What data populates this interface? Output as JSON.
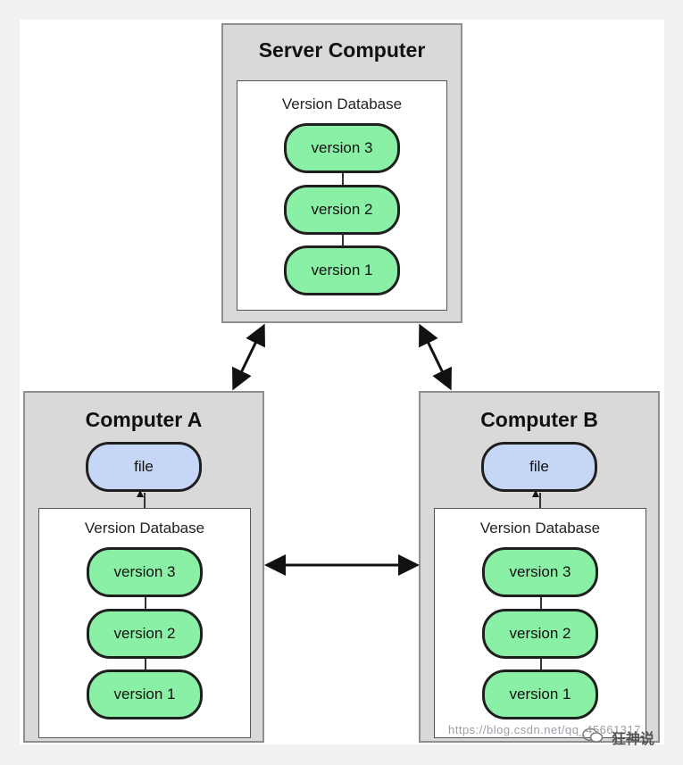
{
  "server": {
    "title": "Server Computer",
    "db_label": "Version Database",
    "versions": [
      "version 3",
      "version 2",
      "version 1"
    ]
  },
  "computer_a": {
    "title": "Computer A",
    "file_label": "file",
    "db_label": "Version Database",
    "versions": [
      "version 3",
      "version 2",
      "version 1"
    ]
  },
  "computer_b": {
    "title": "Computer B",
    "file_label": "file",
    "db_label": "Version Database",
    "versions": [
      "version 3",
      "version 2",
      "version 1"
    ]
  },
  "colors": {
    "version_fill": "#8af0a6",
    "file_fill": "#c6d6f7",
    "computer_fill": "#d9d9d9"
  },
  "watermark": {
    "url_text": "https://blog.csdn.net/qq_45661317",
    "brand_text": "狂神说"
  }
}
